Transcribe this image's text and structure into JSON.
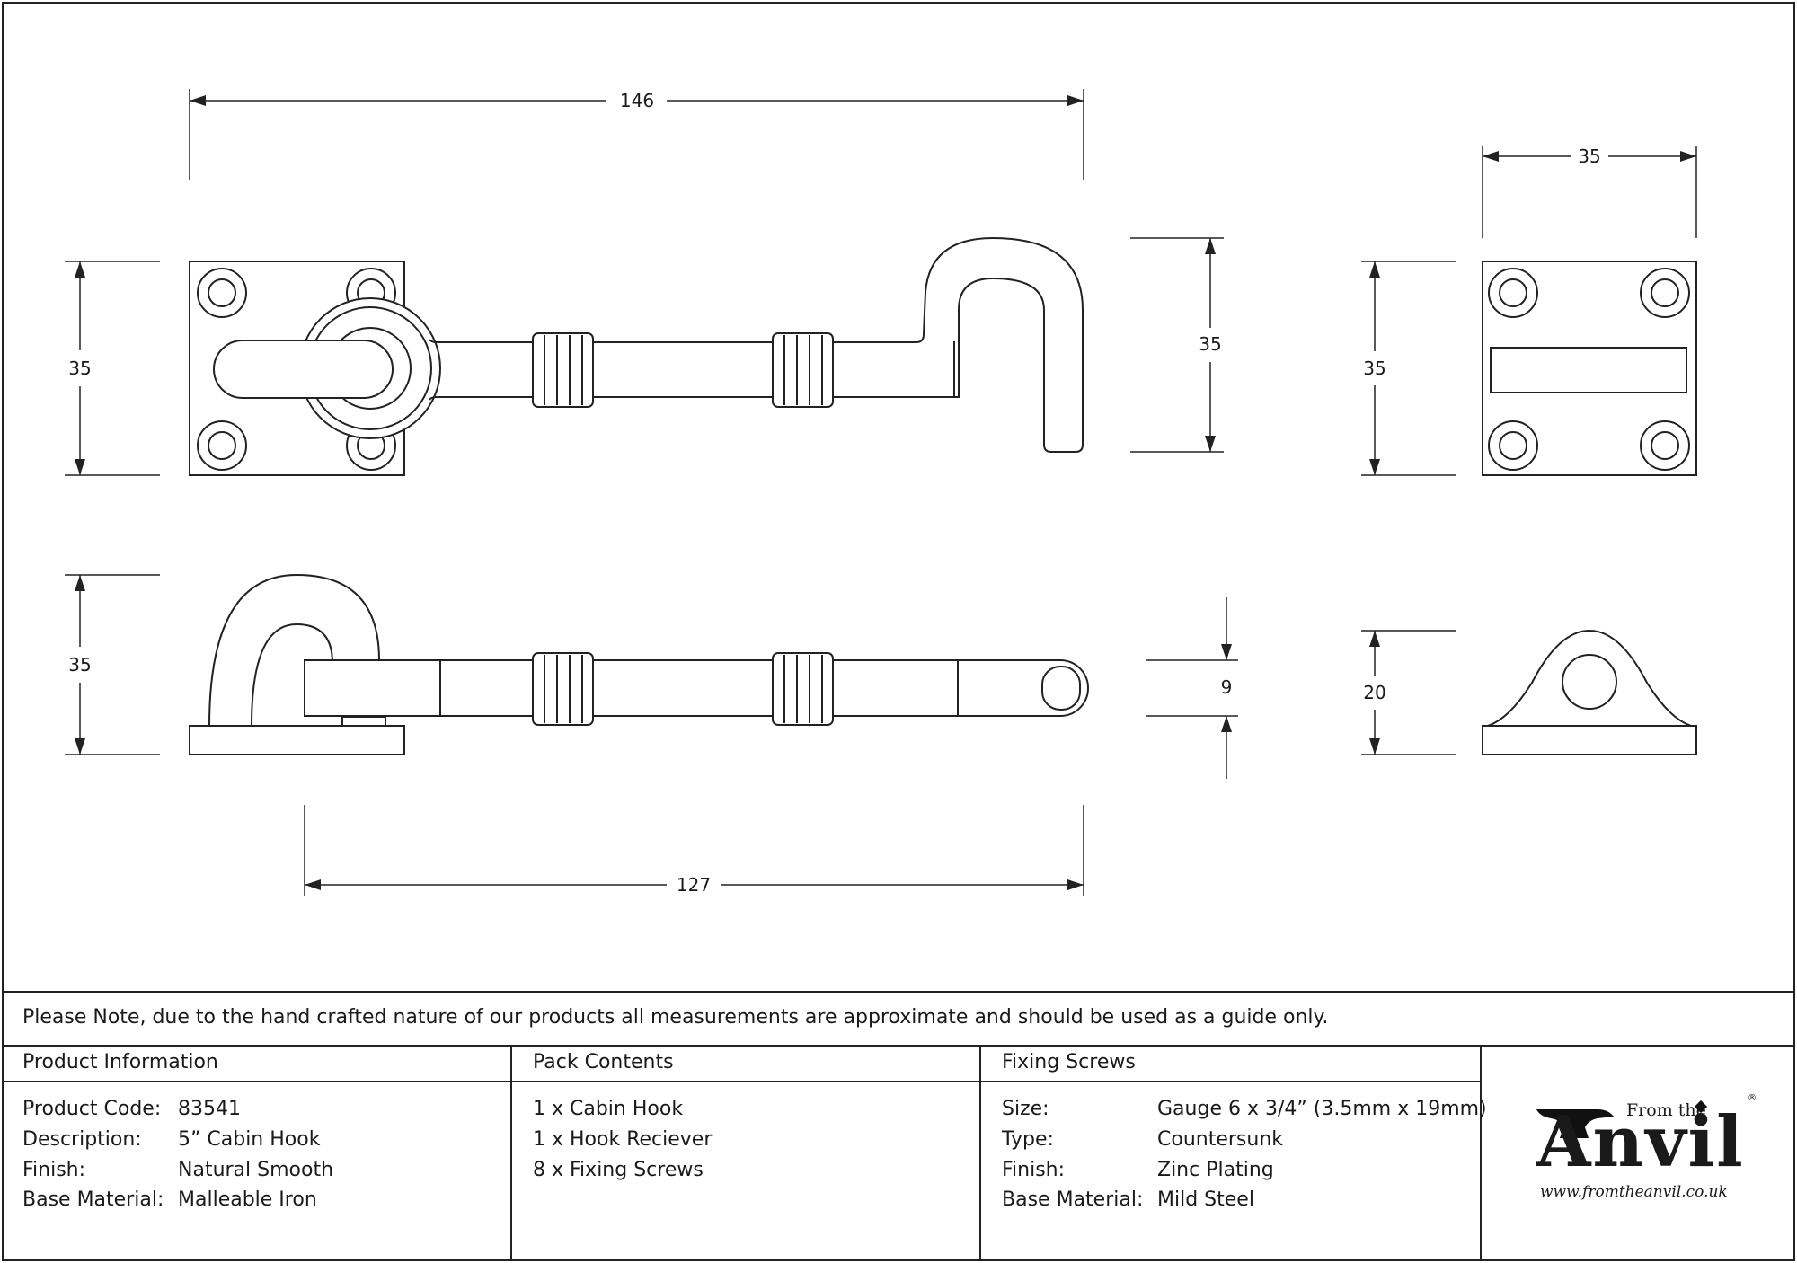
{
  "dimensions": {
    "top_width": "146",
    "top_height_left": "35",
    "hook_height": "35",
    "receiver_width": "35",
    "receiver_height": "35",
    "side_height_left": "35",
    "bar_thickness": "9",
    "receiver_side_height": "20",
    "bottom_length": "127"
  },
  "note": "Please Note, due to the hand crafted nature of our products all measurements are approximate and should be used as a guide only.",
  "product_info": {
    "heading": "Product Information",
    "rows": [
      {
        "label": "Product Code:",
        "value": "83541"
      },
      {
        "label": "Description:",
        "value": "5” Cabin Hook"
      },
      {
        "label": "Finish:",
        "value": "Natural Smooth"
      },
      {
        "label": "Base Material:",
        "value": "Malleable Iron"
      }
    ]
  },
  "pack_contents": {
    "heading": "Pack Contents",
    "items": [
      "1 x Cabin Hook",
      "1 x Hook Reciever",
      "8 x Fixing Screws"
    ]
  },
  "fixing_screws": {
    "heading": "Fixing Screws",
    "rows": [
      {
        "label": "Size:",
        "value": "Gauge 6 x 3/4” (3.5mm x 19mm)"
      },
      {
        "label": "Type:",
        "value": "Countersunk"
      },
      {
        "label": "Finish:",
        "value": "Zinc Plating"
      },
      {
        "label": "Base Material:",
        "value": "Mild Steel"
      }
    ]
  },
  "logo": {
    "from_the": "From the",
    "anvil": "Anvil",
    "url": "www.fromtheanvil.co.uk"
  }
}
